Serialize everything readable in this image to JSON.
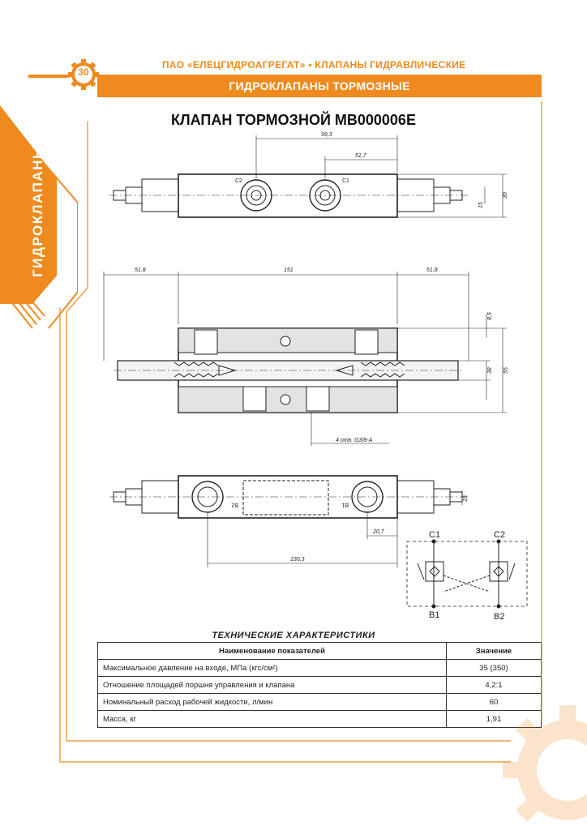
{
  "header": {
    "top_line": "ПАО «ЕЛЕЦГИДРОАГРЕГАТ» • КЛАПАНЫ ГИДРАВЛИЧЕСКИЕ",
    "band_title": "ГИДРОКЛАПАНЫ ТОРМОЗНЫЕ",
    "page_number": "30"
  },
  "side_tab": "ГИДРОКЛАПАНЫ",
  "page_title": "КЛАПАН ТОРМОЗНОЙ МВ000006Е",
  "drawing": {
    "top_view": {
      "dim_total": "99,3",
      "dim_half": "51,7",
      "dim_height": "30",
      "dim_small": "15",
      "port_left": "С2",
      "port_right": "С1"
    },
    "section_view": {
      "dim_left": "51,8",
      "dim_center": "151",
      "dim_right": "51,8",
      "dim_top": "8,5",
      "dim_mid": "38",
      "dim_height": "55",
      "thread_note": "4 отв. G3/8-A"
    },
    "bottom_view": {
      "port_left": "В2",
      "port_right": "В1",
      "dim_small": "15",
      "dim_a": "20,7",
      "dim_b": "130,3"
    },
    "schema": {
      "c1": "C1",
      "c2": "C2",
      "b1": "B1",
      "b2": "B2"
    }
  },
  "specs": {
    "title": "ТЕХНИЧЕСКИЕ ХАРАКТЕРИСТИКИ",
    "col_name": "Наименование показателей",
    "col_value": "Значение",
    "rows": [
      {
        "name": "Максимальное давление на входе, МПа (кгс/см²)",
        "value": "35 (350)"
      },
      {
        "name": "Отношение площадей поршня управления и клапана",
        "value": "4,2:1"
      },
      {
        "name": "Номинальный расход рабочей жидкости, л/мин",
        "value": "60"
      },
      {
        "name": "Масса, кг",
        "value": "1,91"
      }
    ]
  },
  "colors": {
    "accent": "#ef8a1e"
  }
}
